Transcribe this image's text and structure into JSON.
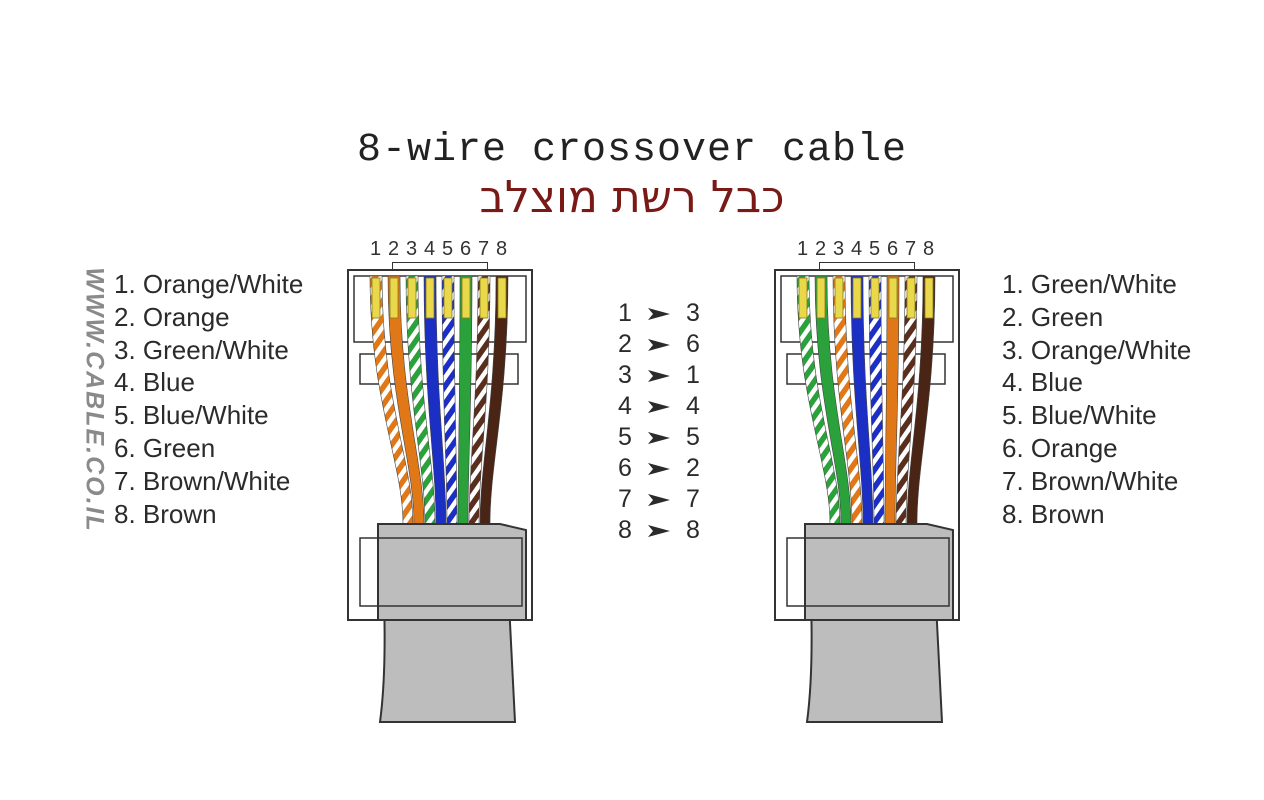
{
  "title": "8-wire crossover cable",
  "subtitle": "כבל רשת מוצלב",
  "watermark": "WWW.CABLE.CO.IL",
  "pin_numbers": [
    "1",
    "2",
    "3",
    "4",
    "5",
    "6",
    "7",
    "8"
  ],
  "left_wires": [
    {
      "label": "1. Orange/White",
      "base": "#e07818",
      "striped": true
    },
    {
      "label": "2. Orange",
      "base": "#e07818",
      "striped": false
    },
    {
      "label": "3. Green/White",
      "base": "#2aa13a",
      "striped": true
    },
    {
      "label": "4. Blue",
      "base": "#1b2fc4",
      "striped": false
    },
    {
      "label": "5. Blue/White",
      "base": "#1b2fc4",
      "striped": true
    },
    {
      "label": "6. Green",
      "base": "#2aa13a",
      "striped": false
    },
    {
      "label": "7. Brown/White",
      "base": "#5a2e1c",
      "striped": true
    },
    {
      "label": "8. Brown",
      "base": "#4a2415",
      "striped": false
    }
  ],
  "right_wires": [
    {
      "label": "1. Green/White",
      "base": "#2aa13a",
      "striped": true
    },
    {
      "label": "2. Green",
      "base": "#2aa13a",
      "striped": false
    },
    {
      "label": "3. Orange/White",
      "base": "#e07818",
      "striped": true
    },
    {
      "label": "4. Blue",
      "base": "#1b2fc4",
      "striped": false
    },
    {
      "label": "5. Blue/White",
      "base": "#1b2fc4",
      "striped": true
    },
    {
      "label": "6. Orange",
      "base": "#e07818",
      "striped": false
    },
    {
      "label": "7. Brown/White",
      "base": "#5a2e1c",
      "striped": true
    },
    {
      "label": "8. Brown",
      "base": "#4a2415",
      "striped": false
    }
  ],
  "pin_map": [
    {
      "from": "1",
      "to": "3"
    },
    {
      "from": "2",
      "to": "6"
    },
    {
      "from": "3",
      "to": "1"
    },
    {
      "from": "4",
      "to": "4"
    },
    {
      "from": "5",
      "to": "5"
    },
    {
      "from": "6",
      "to": "2"
    },
    {
      "from": "7",
      "to": "7"
    },
    {
      "from": "8",
      "to": "8"
    }
  ],
  "colors": {
    "title": "#222222",
    "subtitle": "#7a1a16",
    "contact": "#e8d84a",
    "cable": "#bdbdbd",
    "outline": "#333333"
  }
}
